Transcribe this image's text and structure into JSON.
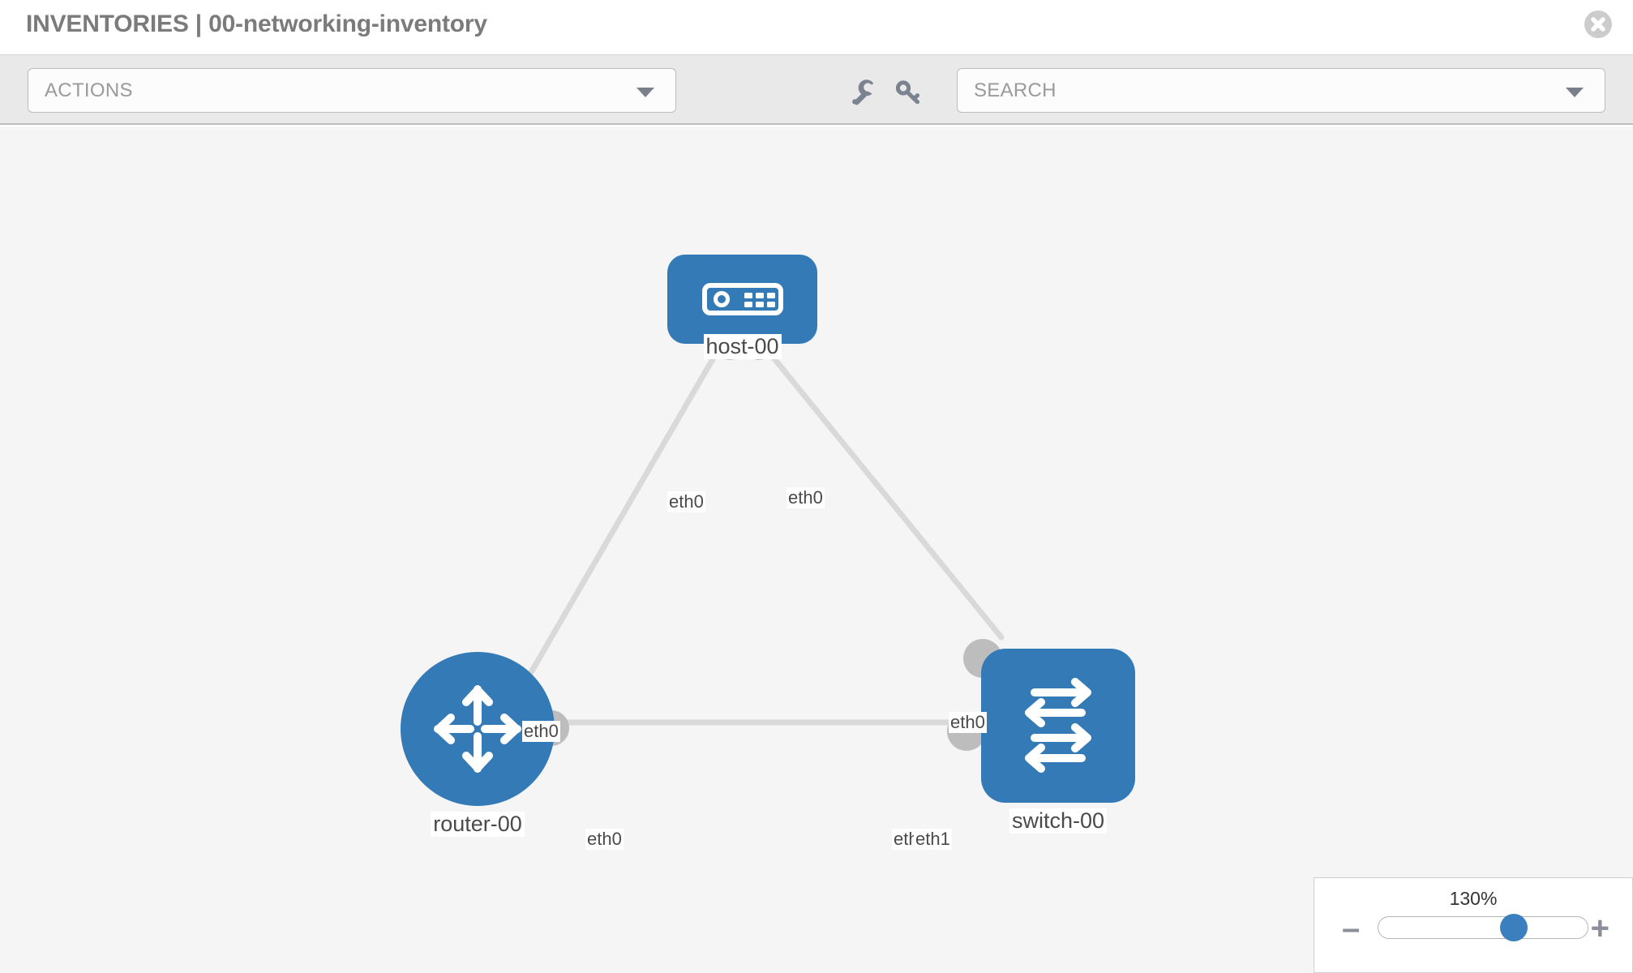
{
  "header": {
    "title": "INVENTORIES | 00-networking-inventory",
    "close_icon": "close-circle-icon"
  },
  "toolbar": {
    "actions_label": "ACTIONS",
    "actions_caret": "chevron-down-icon",
    "wrench_icon": "wrench-icon",
    "key_icon": "key-icon",
    "search_placeholder": "SEARCH",
    "search_caret": "chevron-down-icon"
  },
  "topology": {
    "nodes": [
      {
        "id": "host-00",
        "label": "host-00",
        "type": "host",
        "icon": "server-icon"
      },
      {
        "id": "router-00",
        "label": "router-00",
        "type": "router",
        "icon": "router-arrows-icon"
      },
      {
        "id": "switch-00",
        "label": "switch-00",
        "type": "switch",
        "icon": "switch-arrows-icon"
      }
    ],
    "links": [
      {
        "from": "host-00",
        "to": "router-00",
        "from_iface": "eth0",
        "to_iface": "eth0"
      },
      {
        "from": "host-00",
        "to": "switch-00",
        "from_iface": "eth0",
        "to_iface": "eth0"
      },
      {
        "from": "router-00",
        "to": "switch-00",
        "from_iface": "eth0",
        "to_iface": "eth0"
      }
    ],
    "interface_labels": {
      "host_left": "eth0",
      "host_right": "eth0",
      "router_up": "eth0",
      "router_right": "eth0",
      "switch_up": "eth0",
      "switch_left_a": "eth0",
      "switch_left_b": "eth1"
    }
  },
  "zoom": {
    "value": "130%",
    "minus_label": "–",
    "plus_label": "+"
  },
  "colors": {
    "node_blue": "#337ab7",
    "port_gray": "#bdbdbd",
    "link_gray": "#d9d9d9",
    "canvas_bg": "#f5f5f5",
    "toolbar_bg": "#e9e9e9"
  }
}
